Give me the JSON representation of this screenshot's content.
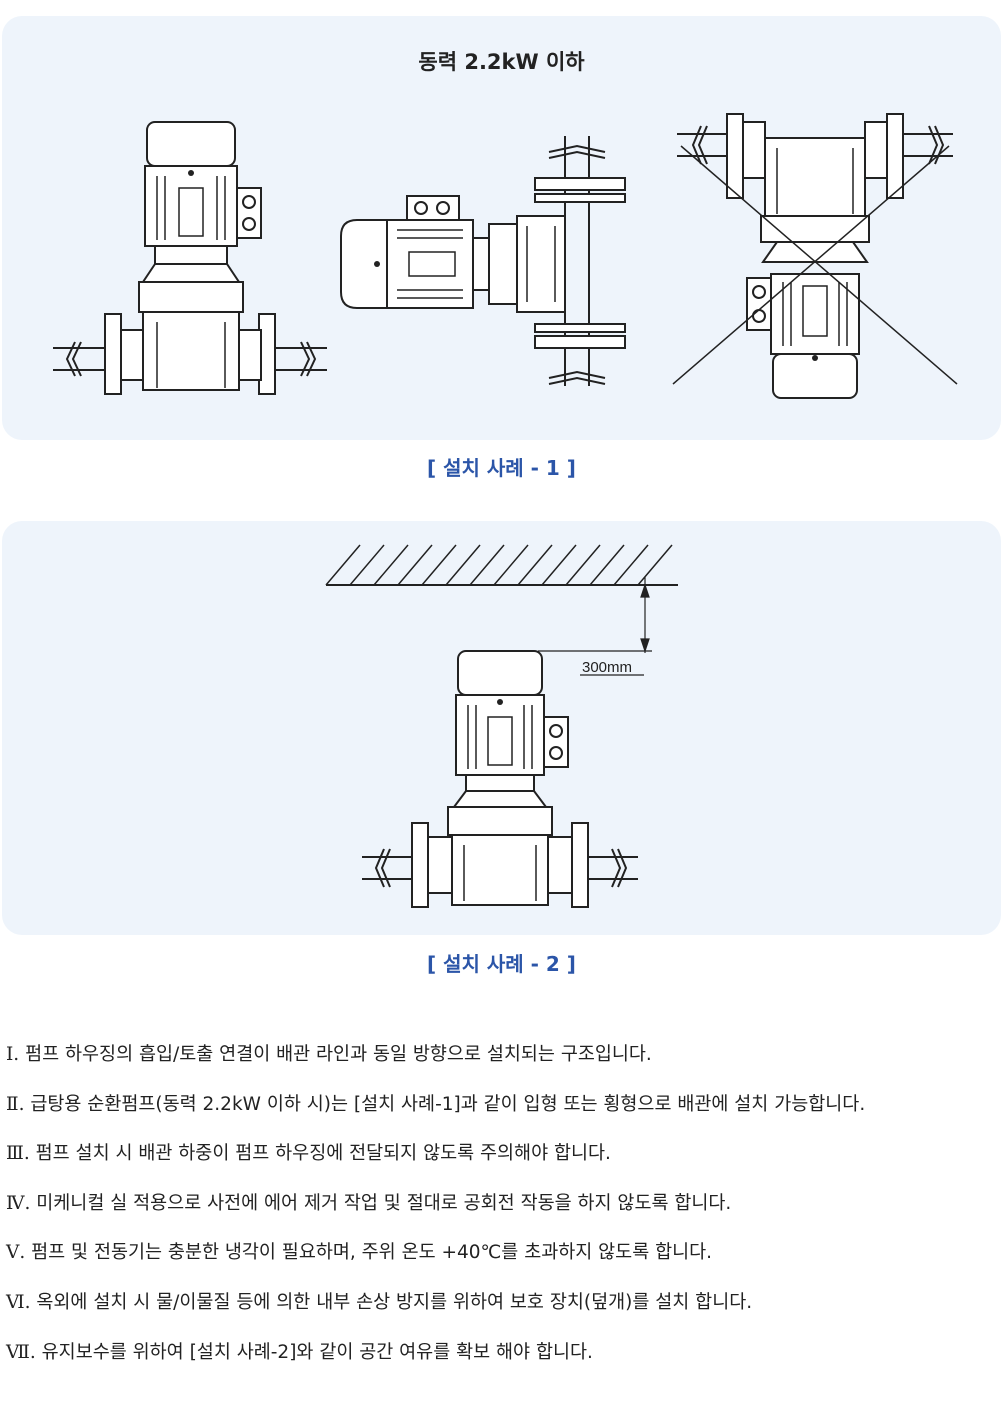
{
  "panel1": {
    "title": "동력 2.2kW 이하"
  },
  "caption1": "[ 설치 사례 - 1 ]",
  "panel2": {
    "dimension_label": "300mm"
  },
  "caption2": "[ 설치 사례 - 2 ]",
  "notes": [
    {
      "num": "Ⅰ.",
      "text": "펌프 하우징의 흡입/토출 연결이 배관 라인과 동일 방향으로 설치되는 구조입니다."
    },
    {
      "num": "Ⅱ.",
      "text": "급탕용 순환펌프(동력 2.2kW 이하 시)는 [설치 사례-1]과 같이 입형 또는 횡형으로 배관에 설치 가능합니다."
    },
    {
      "num": "Ⅲ.",
      "text": "펌프 설치 시 배관 하중이 펌프 하우징에 전달되지 않도록 주의해야 합니다."
    },
    {
      "num": "Ⅳ.",
      "text": "미케니컬 실 적용으로 사전에 에어 제거 작업 및 절대로 공회전 작동을 하지 않도록 합니다."
    },
    {
      "num": "Ⅴ.",
      "text": "펌프 및 전동기는 충분한 냉각이 필요하며, 주위 온도 +40℃를 초과하지 않도록 합니다."
    },
    {
      "num": "Ⅵ.",
      "text": "옥외에 설치 시 물/이물질 등에 의한 내부 손상 방지를 위하여 보호 장치(덮개)를 설치 합니다."
    },
    {
      "num": "Ⅶ.",
      "text": "유지보수를 위하여 [설치 사례-2]와 같이 공간 여유를 확보 해야 합니다."
    }
  ]
}
